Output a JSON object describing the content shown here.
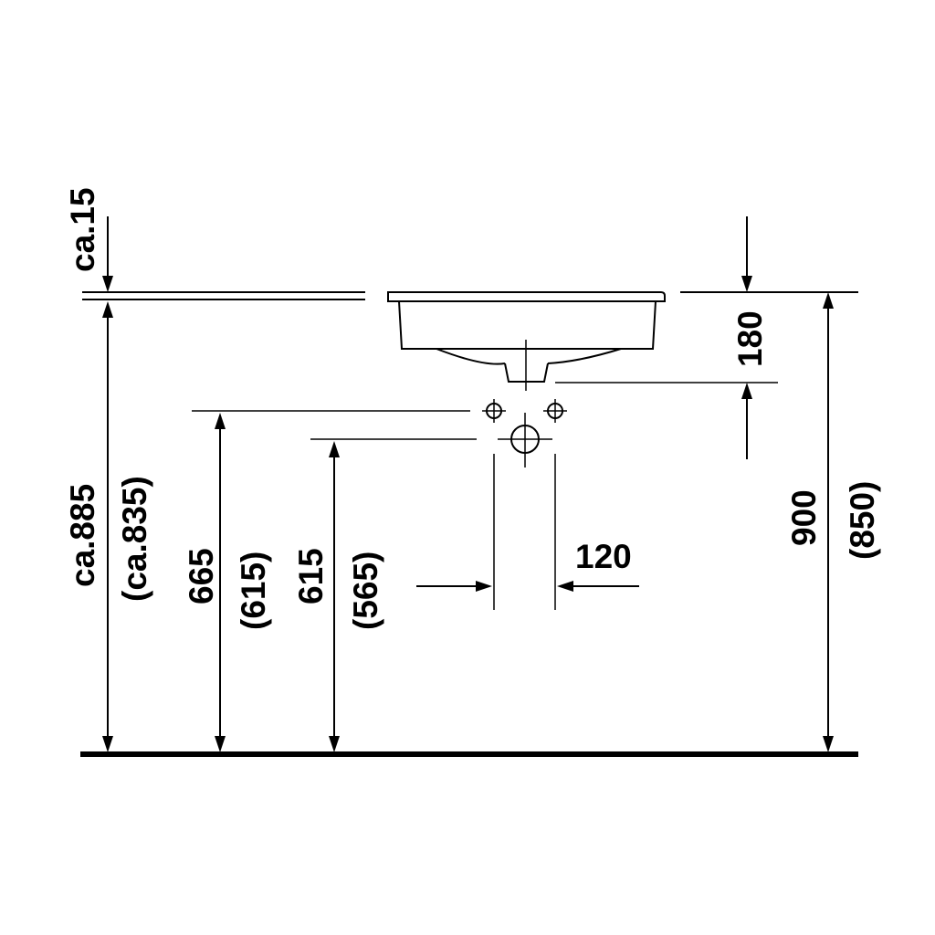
{
  "dimensions": {
    "overflow_gap": "ca.15",
    "rim_height": "ca.885",
    "rim_height_alt": "(ca.835)",
    "upper_hole_height": "665",
    "upper_hole_height_alt": "(615)",
    "drain_height": "615",
    "drain_height_alt": "(565)",
    "drain_width": "120",
    "basin_depth": "180",
    "counter_height": "900",
    "counter_height_alt": "(850)"
  }
}
